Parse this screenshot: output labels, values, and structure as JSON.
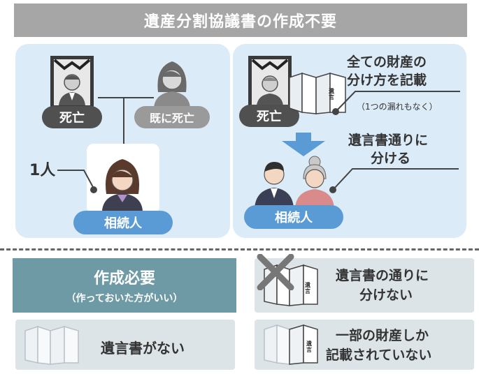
{
  "title": "遺産分割協議書の作成不要",
  "left_panel": {
    "deceased_label": "死亡",
    "spouse_label": "既に死亡",
    "count_label": "1人",
    "heir_label": "相続人"
  },
  "right_panel": {
    "deceased_label": "死亡",
    "will_text": "遺言",
    "callout_line1": "全ての財産の",
    "callout_line2": "分け方を記載",
    "callout_note": "（1つの漏れもなく）",
    "split_line1": "遺言書通りに",
    "split_line2": "分ける",
    "heir_label": "相続人"
  },
  "bottom": {
    "needed_title": "作成必要",
    "needed_sub": "（作っておいた方がいい）",
    "case1_line1": "遺言書の通りに",
    "case1_line2": "分けない",
    "case2_text": "遺言書がない",
    "case3_line1": "一部の財産しか",
    "case3_line2": "記載されていない",
    "will_text": "遺言"
  },
  "colors": {
    "header": "#a6a6a6",
    "panel": "#dcebf8",
    "blue": "#5b9bd5",
    "teal": "#6e9aa6",
    "dark": "#505050"
  }
}
